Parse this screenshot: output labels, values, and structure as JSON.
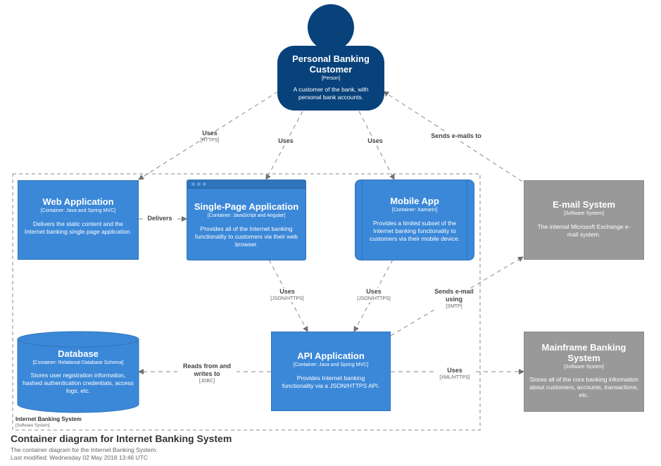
{
  "person": {
    "title": "Personal Banking Customer",
    "tech": "[Person]",
    "desc": "A customer of the bank, with personal bank accounts."
  },
  "containers": {
    "web_app": {
      "title": "Web Application",
      "tech": "[Container: Java and Spring MVC]",
      "desc": "Delivers the static content and the Internet banking single page application."
    },
    "spa": {
      "title": "Single-Page Application",
      "tech": "[Container: JavaScript and Angular]",
      "desc": "Provides all of the Internet banking functionality to customers via their web browser."
    },
    "mobile_app": {
      "title": "Mobile App",
      "tech": "[Container: Xamarin]",
      "desc": "Provides a limited subset of the Internet banking functionality to customers via their mobile device."
    },
    "database": {
      "title": "Database",
      "tech": "[Container: Relational Database Schema]",
      "desc": "Stores user registration information, hashed authentication credentials, access logs, etc."
    },
    "api_app": {
      "title": "API Application",
      "tech": "[Container: Java and Spring MVC]",
      "desc": "Provides Internet banking functionality via a JSON/HTTPS API."
    }
  },
  "external": {
    "email": {
      "title": "E-mail System",
      "tech": "[Software System]",
      "desc": "The internal Microsoft Exchange e-mail system."
    },
    "mainframe": {
      "title": "Mainframe Banking System",
      "tech": "[Software System]",
      "desc": "Stores all of the core banking information about customers, accounts, transactions, etc."
    }
  },
  "relations": {
    "person_web": {
      "label": "Uses",
      "tech": "[HTTPS]"
    },
    "person_spa": {
      "label": "Uses",
      "tech": ""
    },
    "person_mobile": {
      "label": "Uses",
      "tech": ""
    },
    "email_person": {
      "label": "Sends e-mails to",
      "tech": ""
    },
    "web_spa": {
      "label": "Delivers",
      "tech": ""
    },
    "spa_api": {
      "label": "Uses",
      "tech": "[JSON/HTTPS]"
    },
    "mobile_api": {
      "label": "Uses",
      "tech": "[JSON/HTTPS]"
    },
    "api_email": {
      "label": "Sends e-mail using",
      "tech": "[SMTP]"
    },
    "api_db": {
      "label": "Reads from and writes to",
      "tech": "[JDBC]"
    },
    "api_mainframe": {
      "label": "Uses",
      "tech": "[XML/HTTPS]"
    }
  },
  "boundary": {
    "title": "Internet Banking System",
    "tech": "[Software System]"
  },
  "footer": {
    "title": "Container diagram for Internet Banking System",
    "subtitle": "The container diagram for the Internet Banking System.",
    "modified": "Last modified: Wednesday 02 May 2018 13:46 UTC"
  },
  "colors": {
    "container": "#3b88d8",
    "person": "#08427b",
    "external": "#999999"
  }
}
